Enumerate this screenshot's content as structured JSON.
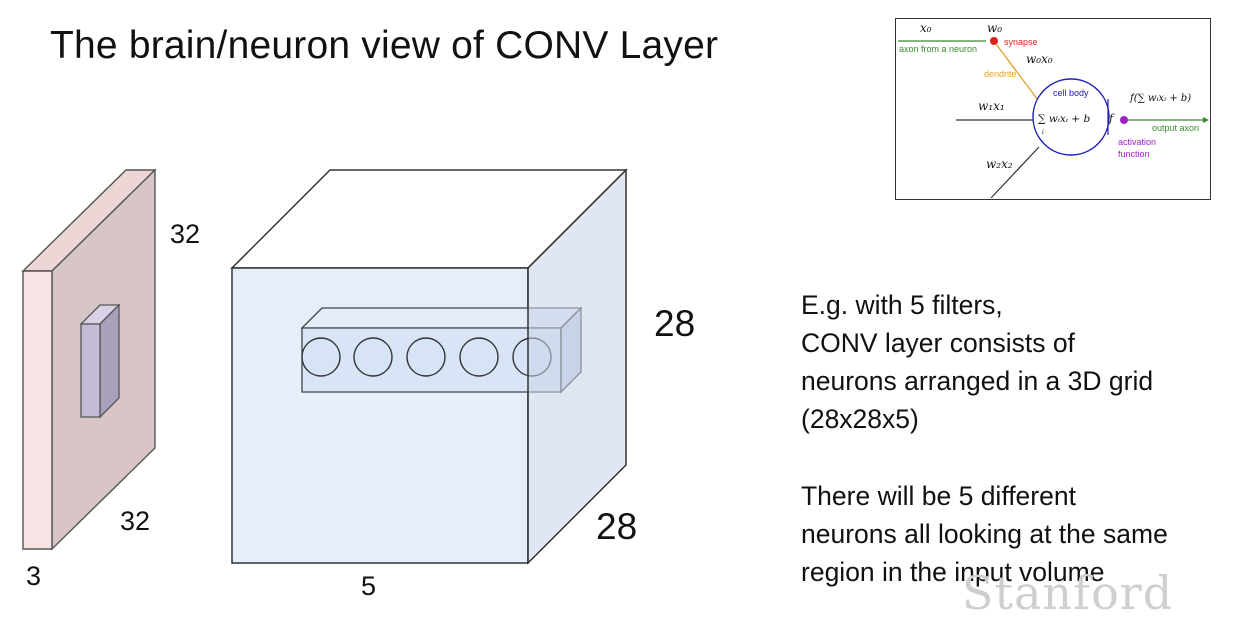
{
  "slide": {
    "title": "The brain/neuron view of CONV Layer"
  },
  "input_volume": {
    "height_label": "32",
    "width_label": "32",
    "depth_label": "3"
  },
  "output_volume": {
    "height_label": "28",
    "width_label": "28",
    "depth_label": "5",
    "neuron_count": 5
  },
  "description": {
    "paragraph1": [
      "E.g. with 5 filters,",
      "CONV layer consists of",
      "neurons arranged in a 3D grid",
      "(28x28x5)"
    ],
    "paragraph2": [
      "There will be 5 different",
      "neurons all looking at the same",
      "region in the input volume"
    ]
  },
  "neuron_diagram": {
    "x0": "x₀",
    "w0": "w₀",
    "axon_label": "axon from a neuron",
    "synapse_label": "synapse",
    "w0x0": "w₀x₀",
    "dendrite_label": "dendrite",
    "cell_body_label": "cell body",
    "w1x1": "w₁x₁",
    "sum_expr": "∑ wᵢxᵢ + b",
    "sum_index": "i",
    "f_symbol": "f",
    "output_expr": "f(∑ wᵢxᵢ + b)",
    "output_axon_label": "output axon",
    "activation_label_1": "activation",
    "activation_label_2": "function",
    "w2x2": "w₂x₂"
  },
  "watermark": "Stanford",
  "colors": {
    "input_front": "#f7e3e3",
    "input_side": "#d8c6c6",
    "input_top": "#ecd6d6",
    "cube_front": "#e6eefc",
    "cube_side": "#d3dced",
    "cube_top": "#ffffff",
    "neuron_fill": "#d7e3f7",
    "axon_green": "#3a8a2e",
    "synapse_red": "#e02020",
    "dendrite_orange": "#e8a020",
    "cell_blue": "#2020b0",
    "activation_purple": "#a020c0"
  }
}
